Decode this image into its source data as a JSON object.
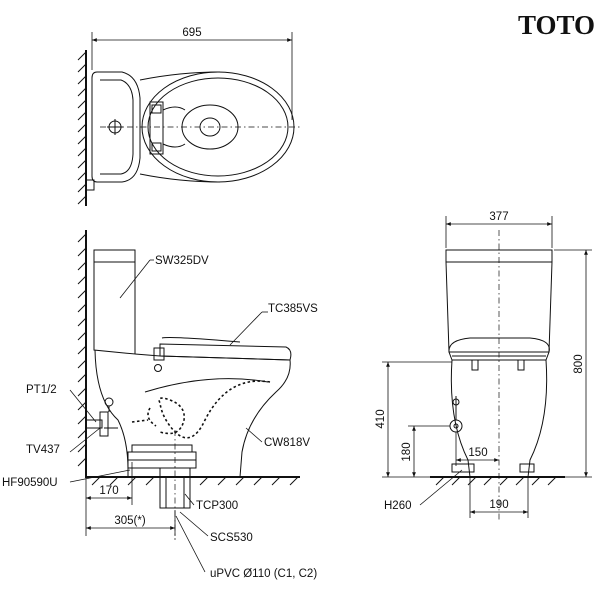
{
  "brand": {
    "logo_text": "TOTO"
  },
  "top_view": {
    "length_dim": "695"
  },
  "side_view": {
    "tank_model": "SW325DV",
    "seat_model": "TC385VS",
    "bowl_model": "CW818V",
    "supply_thread": "PT1/2",
    "stop_valve_model": "TV437",
    "flange_model": "HF90590U",
    "trap_adapter_model": "TCP300",
    "sleeve_model": "SCS530",
    "drain_pipe": "uPVC Ø110 (C1, C2)",
    "dim_wall_to_supply": "170",
    "dim_rough_in": "305(*)"
  },
  "front_view": {
    "width_dim": "377",
    "height_dim": "800",
    "supply_height_dim": "410",
    "valve_height_dim": "180",
    "valve_offset_dim": "150",
    "base_width_dim": "190",
    "valve_model": "H260"
  }
}
